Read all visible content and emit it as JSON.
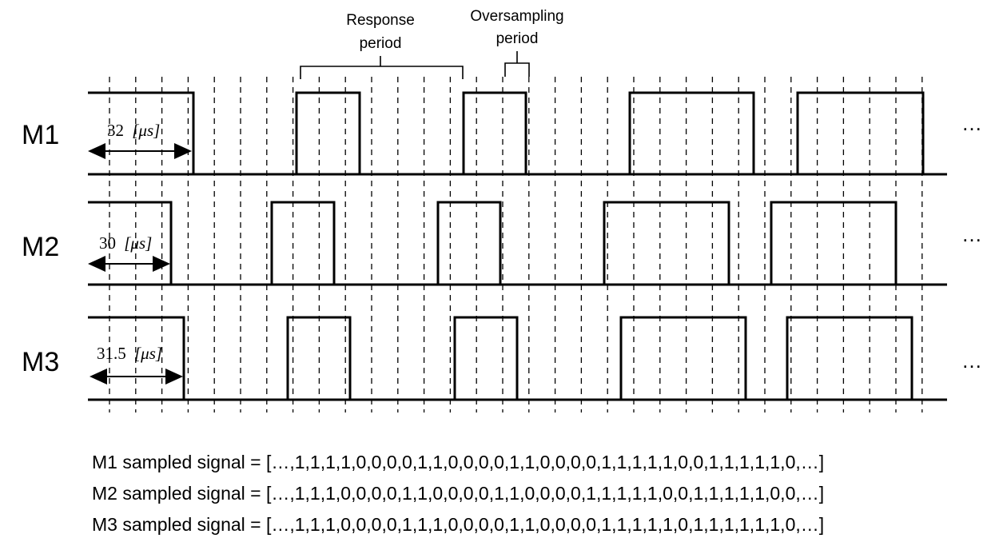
{
  "annotations": {
    "response_period_line1": "Response",
    "response_period_line2": "period",
    "oversampling_line1": "Oversampling",
    "oversampling_line2": "period",
    "ellipsis": "…"
  },
  "rows": [
    {
      "id": "m1",
      "label": "M1",
      "duration_value": "32",
      "duration_unit": "[μs]",
      "sampled_signal": "M1 sampled signal = […,1,1,1,1,0,0,0,0,1,1,0,0,0,0,1,1,0,0,0,0,1,1,1,1,1,0,0,1,1,1,1,1,0,…]"
    },
    {
      "id": "m2",
      "label": "M2",
      "duration_value": "30",
      "duration_unit": "[μs]",
      "sampled_signal": "M2 sampled signal = […,1,1,1,0,0,0,0,1,1,0,0,0,0,1,1,0,0,0,0,1,1,1,1,1,0,0,1,1,1,1,1,0,0,…]"
    },
    {
      "id": "m3",
      "label": "M3",
      "duration_value": "31.5",
      "duration_unit": "[μs]",
      "sampled_signal": "M3 sampled signal = […,1,1,1,0,0,0,0,1,1,1,0,0,0,0,1,1,0,0,0,0,1,1,1,1,1,0,1,1,1,1,1,1,0,…]"
    }
  ]
}
